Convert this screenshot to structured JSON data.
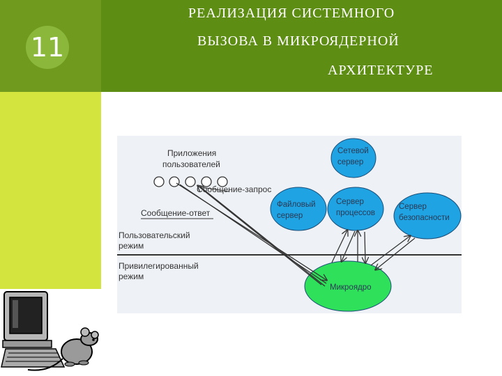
{
  "slide": {
    "number": "11"
  },
  "title": {
    "line1": "РЕАЛИЗАЦИЯ СИСТЕМНОГО",
    "line2": "ВЫЗОВА В МИКРОЯДЕРНОЙ",
    "line3": "АРХИТЕКТУРЕ"
  },
  "diagram": {
    "apps_line1": "Приложения",
    "apps_line2": "пользователей",
    "request": "Сообщение-запрос",
    "response": "Сообщение-ответ",
    "user_mode_line1": "Пользовательский",
    "user_mode_line2": "режим",
    "priv_mode_line1": "Привилегированный",
    "priv_mode_line2": "режим",
    "net_line1": "Сетевой",
    "net_line2": "сервер",
    "file_line1": "Файловый",
    "file_line2": "сервер",
    "proc_line1": "Сервер",
    "proc_line2": "процессов",
    "sec_line1": "Сервер",
    "sec_line2": "безопасности",
    "kernel": "Микроядро"
  },
  "colors": {
    "server_fill": "#1fa3e3",
    "kernel_fill": "#2ee05a",
    "accent_green": "#5e8d14",
    "sidebar": "#d3e43f"
  }
}
